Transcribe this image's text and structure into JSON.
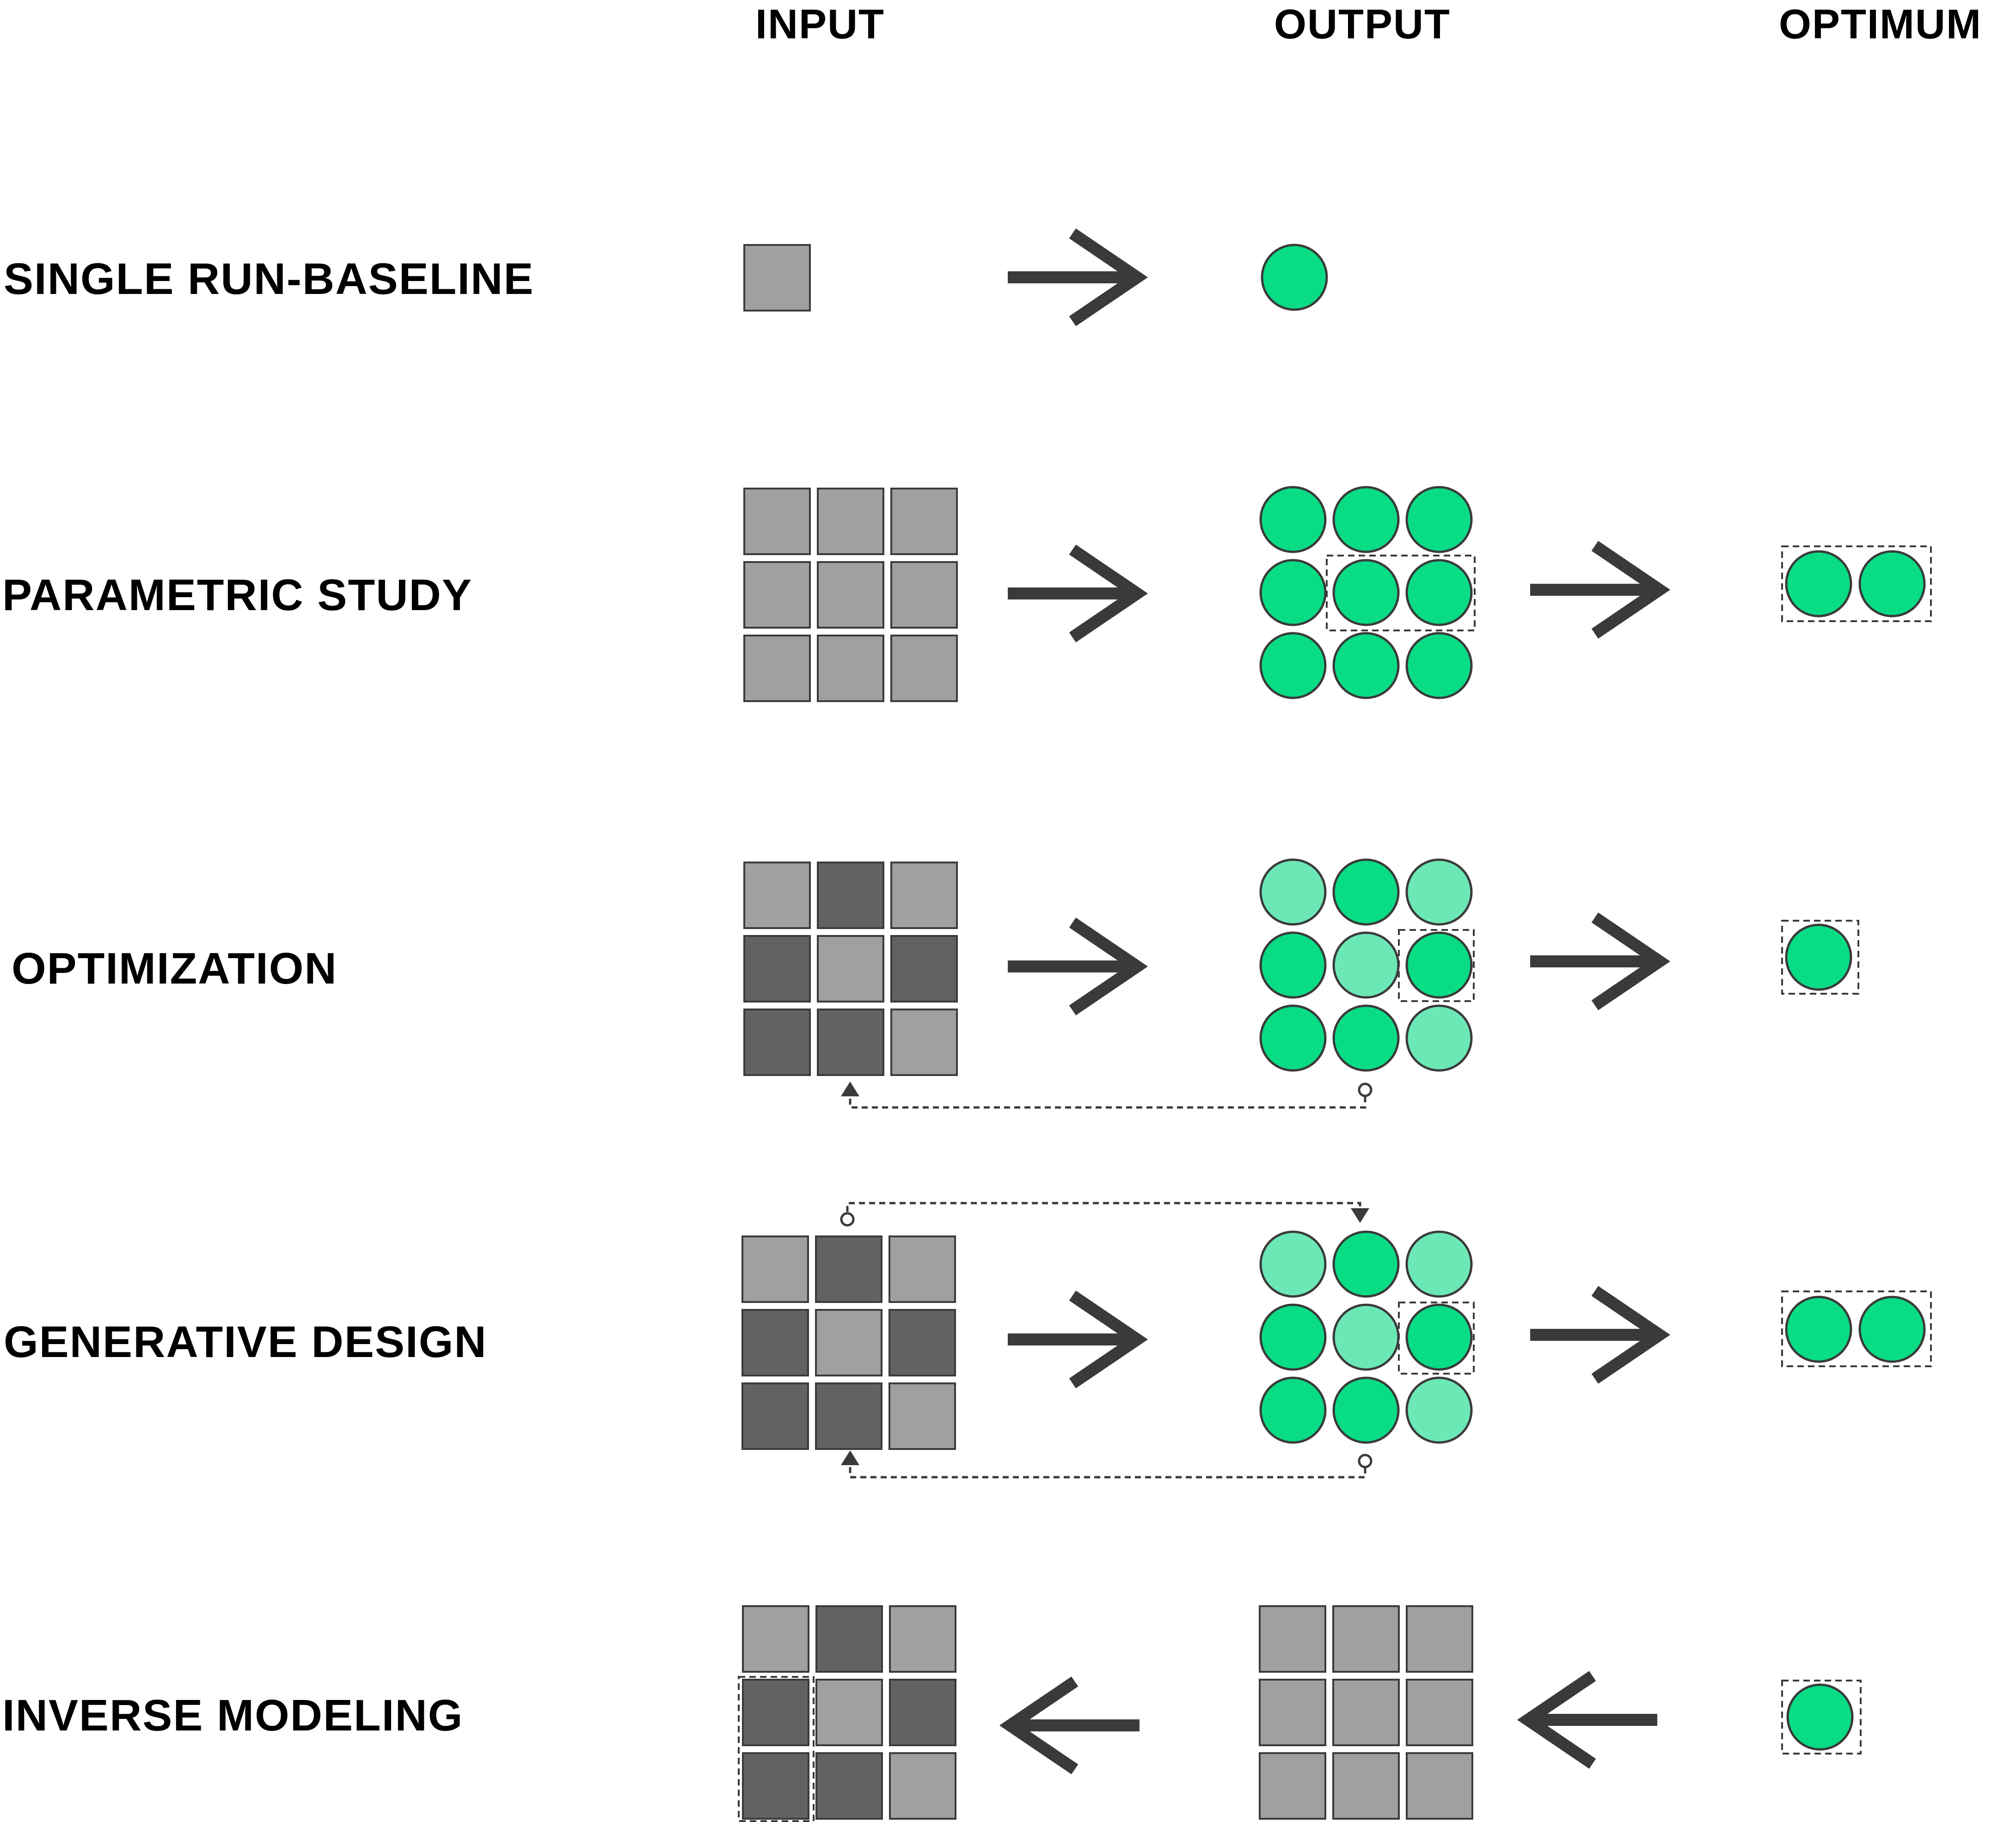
{
  "headers": {
    "input": "INPUT",
    "output": "OUTPUT",
    "optimum": "OPTIMUM"
  },
  "rows": [
    {
      "id": "single-run-baseline",
      "label": "SINGLE RUN-BASELINE"
    },
    {
      "id": "parametric-study",
      "label": "PARAMETRIC STUDY"
    },
    {
      "id": "optimization",
      "label": "OPTIMIZATION"
    },
    {
      "id": "generative-design",
      "label": "GENERATIVE DESIGN"
    },
    {
      "id": "inverse-modeling",
      "label": "INVERSE MODELING"
    }
  ],
  "colors": {
    "light_gray": "#a0a0a0",
    "dark_gray": "#626262",
    "green": "#08dc84",
    "light_green": "#6ce8b6",
    "stroke": "#3a3a3a",
    "arrow": "#3a3a3a"
  }
}
